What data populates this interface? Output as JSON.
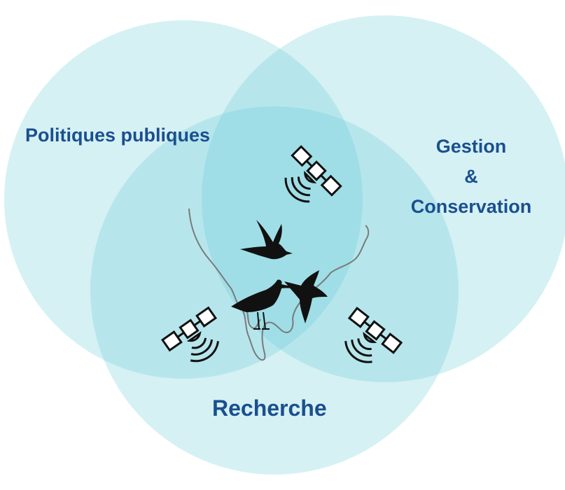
{
  "labels": {
    "politiques": "Politiques publiques",
    "gestion": "Gestion",
    "ampersand": "&",
    "conservation": "Conservation",
    "recherche": "Recherche"
  },
  "colors": {
    "circle_fill": "#5cc8d4",
    "label_text": "#1b4f8f",
    "icon": "#111111",
    "coastline": "#7a7a7a"
  },
  "icons": [
    "satellite-icon",
    "bird-icon",
    "wading-bird-icon"
  ]
}
